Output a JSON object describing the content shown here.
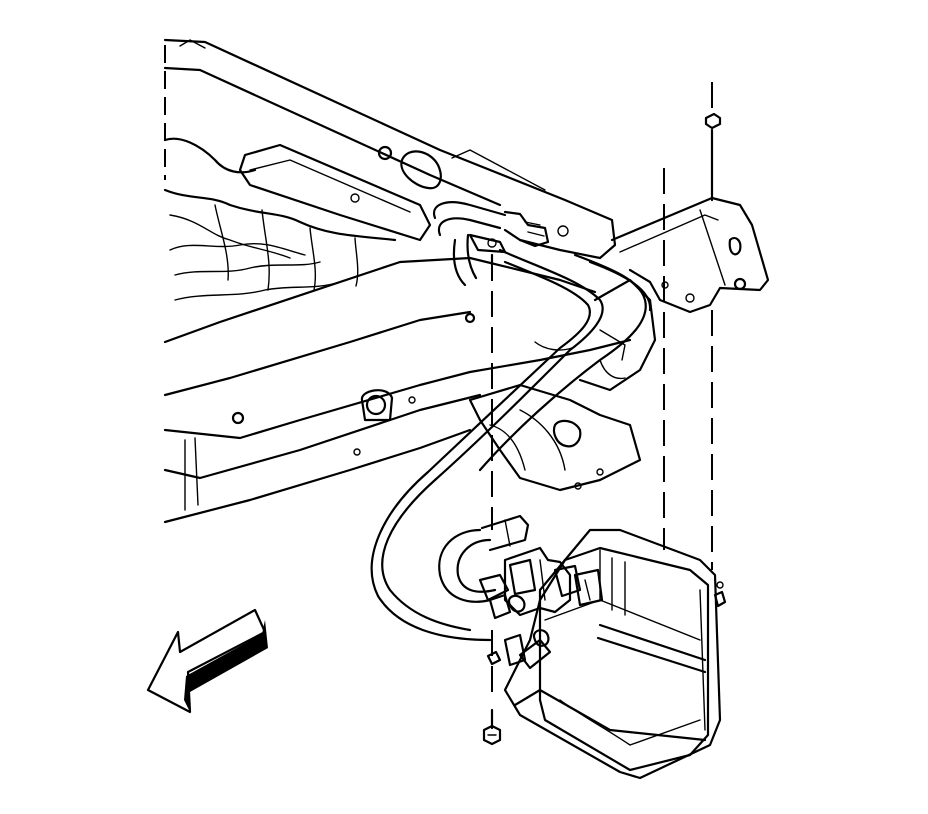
{
  "illustration": {
    "subject": "",
    "parts": {
      "vehicle_frame": "frame-rail",
      "canister": "evap-canister",
      "bracket": "canister-bracket",
      "hoses": "vapor-hoses",
      "bolts": "mounting-bolts",
      "direction_arrow": "arrow-left-icon"
    },
    "colors": {
      "line": "#000000",
      "background": "#ffffff"
    }
  }
}
